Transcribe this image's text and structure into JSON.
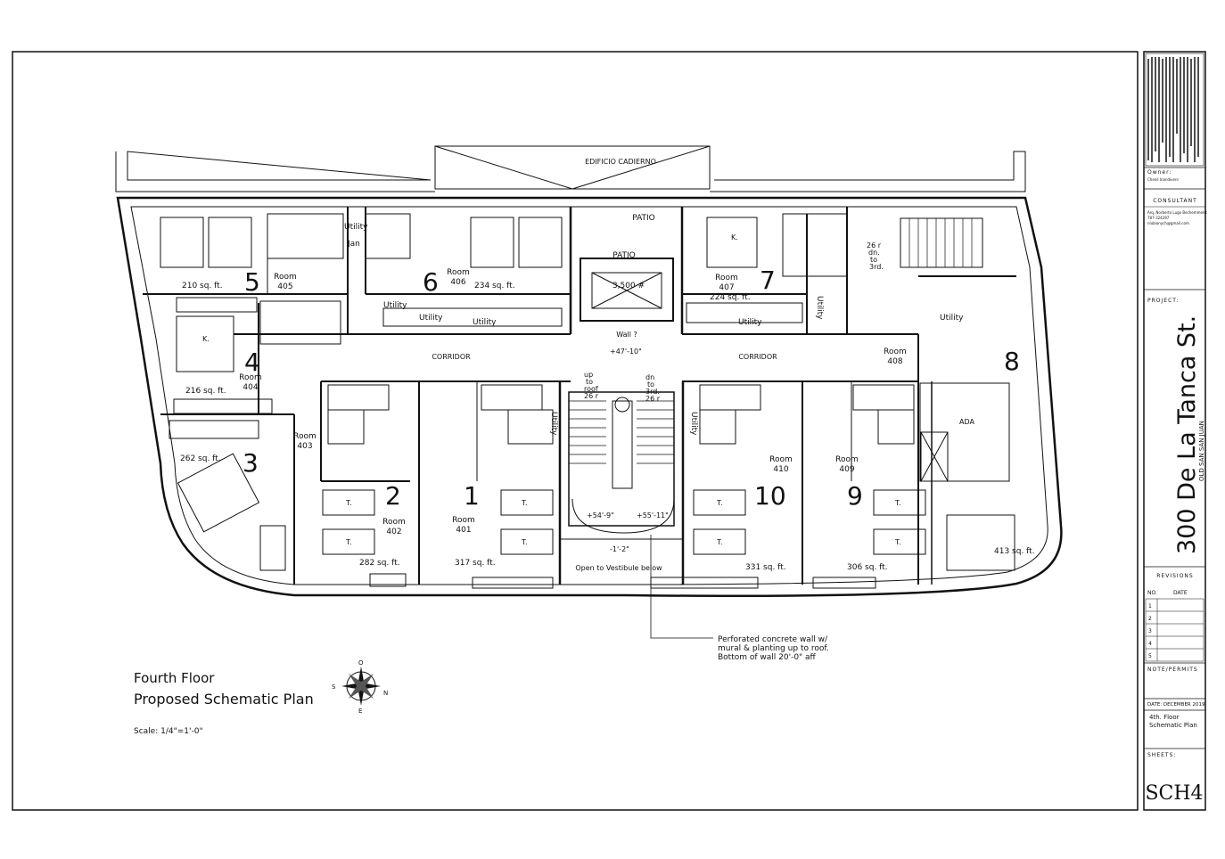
{
  "site": {
    "neighbor_building": "EDIFICIO CADIERNO",
    "patio_upper": "PATIO",
    "patio_lower": "PATIO",
    "elevator_area": "3,500 #"
  },
  "rooms": [
    {
      "num": "5",
      "name": "Room",
      "id": "405",
      "area": "210 sq. ft."
    },
    {
      "num": "6",
      "name": "Room",
      "id": "406",
      "area": "234 sq. ft."
    },
    {
      "num": "7",
      "name": "Room",
      "id": "407",
      "area": "224 sq. ft."
    },
    {
      "num": "4",
      "name": "Room",
      "id": "404",
      "area": "216 sq. ft."
    },
    {
      "num": "3",
      "name": "Room",
      "id": "403",
      "area": "262 sq. ft."
    },
    {
      "num": "2",
      "name": "Room",
      "id": "402",
      "area": "282 sq. ft."
    },
    {
      "num": "1",
      "name": "Room",
      "id": "401",
      "area": "317 sq. ft."
    },
    {
      "num": "10",
      "name": "Room",
      "id": "410",
      "area": "331 sq. ft."
    },
    {
      "num": "9",
      "name": "Room",
      "id": "409",
      "area": "306 sq. ft."
    },
    {
      "num": "8",
      "name": "Room",
      "id": "408",
      "area": "413 sq. ft."
    }
  ],
  "labels": {
    "utility": "Utility",
    "jan": "Jan",
    "corridor": "CORRIDOR",
    "wall_q": "Wall ?",
    "ada": "ADA",
    "bed_t": "T.",
    "bed_k": "K.",
    "stair_right": [
      "26 r",
      "dn.",
      "to",
      "3rd."
    ],
    "stair_up": [
      "up",
      "to",
      "roof",
      "26 r"
    ],
    "stair_dn": [
      "dn",
      "to",
      "3rd.",
      "26 r"
    ],
    "vestibule": "Open to Vestibule below"
  },
  "elevations": {
    "e1": "+47'-10\"",
    "e2": "+54'-9\"",
    "e3": "+55'-11\"",
    "e4": "-1'-2\""
  },
  "note": [
    "Perforated concrete wall w/",
    "mural & planting up to roof.",
    "Bottom of wall 20'-0\" aff"
  ],
  "plan_title": {
    "line1": "Fourth Floor",
    "line2": "Proposed Schematic Plan",
    "scale": "Scale:  1/4\"=1'-0\""
  },
  "compass": {
    "n": "N",
    "s": "S",
    "e": "E",
    "w": "O"
  },
  "title_block": {
    "owner_label": "Owner:",
    "owner_value": "Chenil Inandivenr",
    "consultant_label": "CONSULTANT",
    "consultant_lines": [
      "Arq. Norberto Lugo Bechemmelst",
      "787-324297",
      "nlubionych@gmail.com"
    ],
    "project_label": "PROJECT:",
    "project_name": "300 De La Tanca St.",
    "project_sub": "OLD SAN SAN JUAN",
    "revisions_label": "REVISIONS",
    "rev_no": "NO.",
    "rev_date": "DATE",
    "rev_rows": [
      "1",
      "2",
      "3",
      "4",
      "5"
    ],
    "notes_label": "NOTE/PERMITS",
    "date": "DATE:  DECEMBER 2019",
    "sheet_desc": [
      "4th. Floor",
      "Schematic Plan"
    ],
    "sheets_label": "SHEETS:",
    "sheet_no": "SCH4"
  }
}
